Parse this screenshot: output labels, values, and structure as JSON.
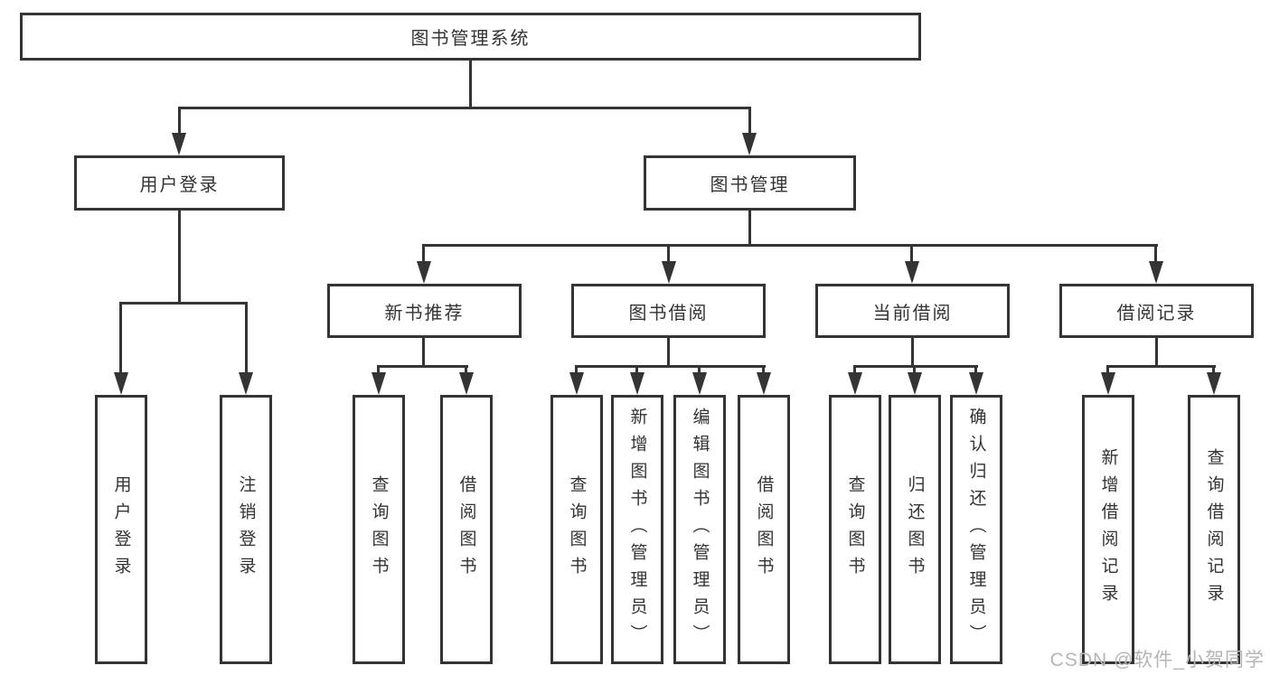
{
  "diagram": {
    "watermark": "CSDN @软件_小贺同学",
    "colors": {
      "line": "#343434",
      "text": "#333333",
      "watermark": "#b5b5b5",
      "background": "#ffffff"
    },
    "tree": {
      "root": "图书管理系统",
      "children": [
        {
          "label": "用户登录",
          "children": [
            "用户登录",
            "注销登录"
          ]
        },
        {
          "label": "图书管理",
          "children": [
            {
              "label": "新书推荐",
              "children": [
                "查询图书",
                "借阅图书"
              ]
            },
            {
              "label": "图书借阅",
              "children": [
                "查询图书",
                "新增图书（管理员）",
                "编辑图书（管理员）",
                "借阅图书"
              ]
            },
            {
              "label": "当前借阅",
              "children": [
                "查询图书",
                "归还图书",
                "确认归还（管理员）"
              ]
            },
            {
              "label": "借阅记录",
              "children": [
                "新增借阅记录",
                "查询借阅记录"
              ]
            }
          ]
        }
      ]
    }
  }
}
